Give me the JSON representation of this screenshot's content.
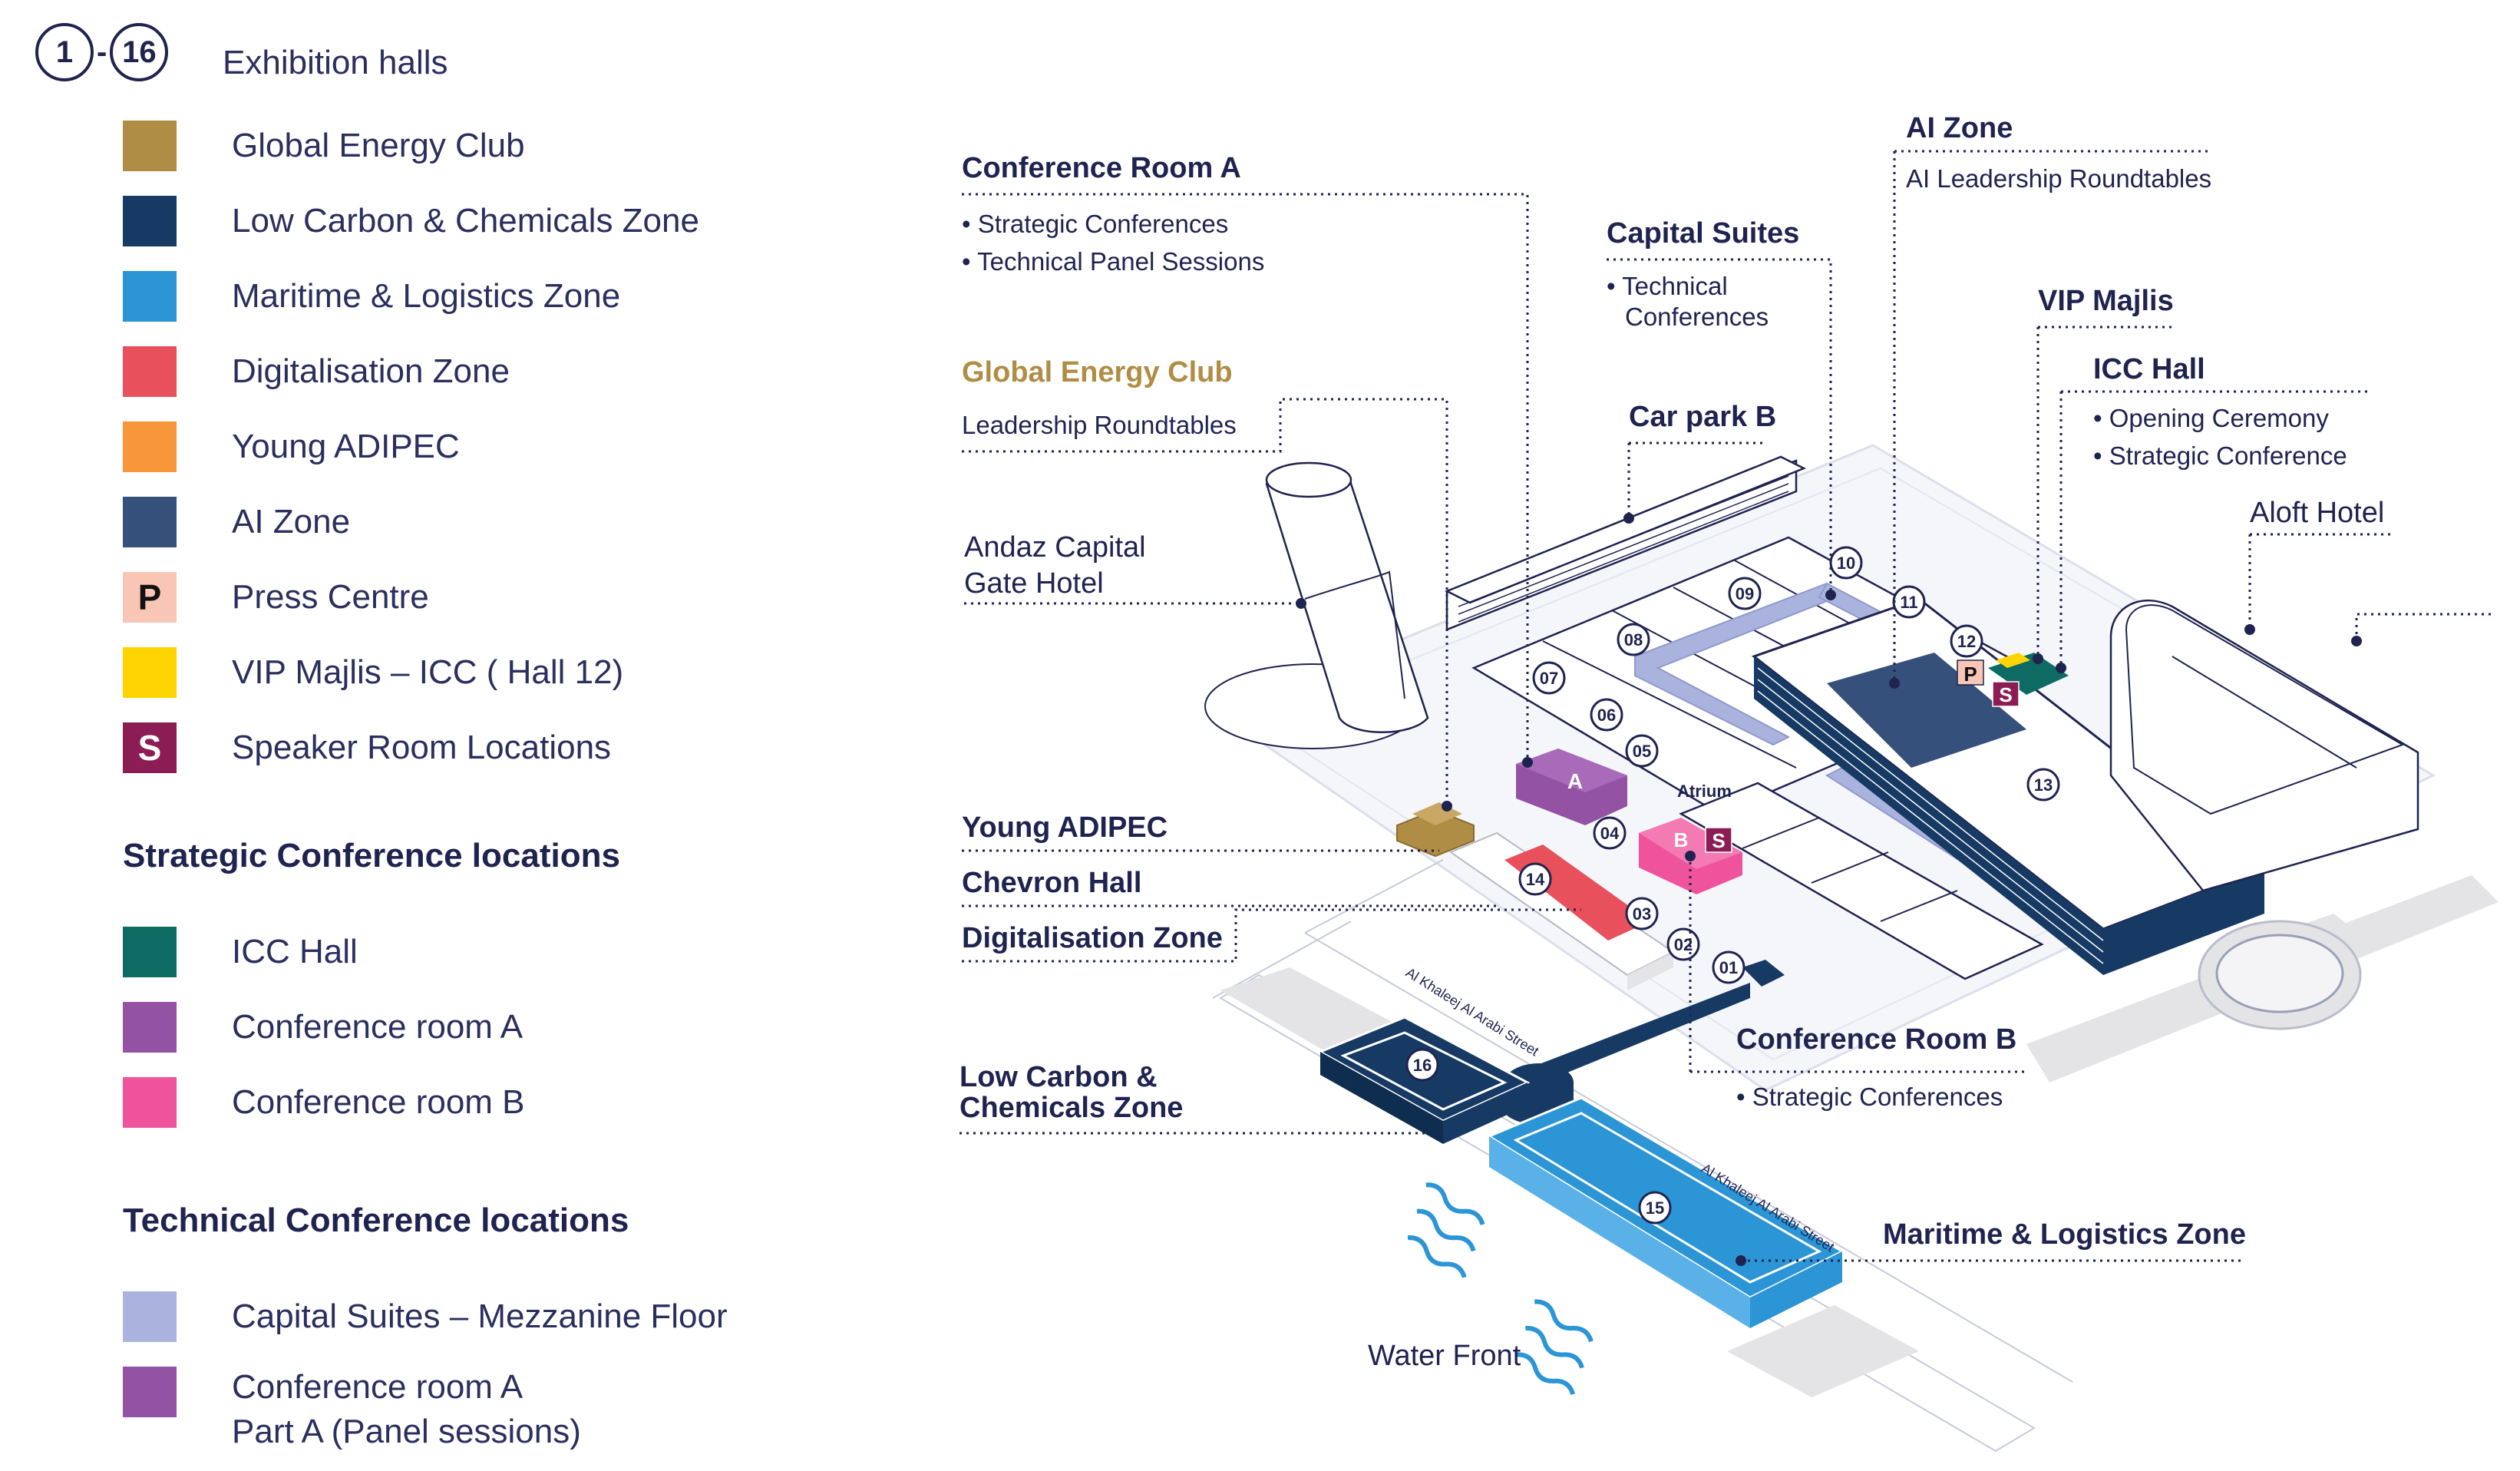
{
  "legend": {
    "halls": {
      "first": "1",
      "dash": "-",
      "last": "16",
      "label": "Exhibition halls"
    },
    "zones": [
      {
        "label": "Global Energy Club",
        "color": "#b08d44",
        "glyph": ""
      },
      {
        "label": "Low Carbon & Chemicals Zone",
        "color": "#163a63",
        "glyph": ""
      },
      {
        "label": "Maritime & Logistics Zone",
        "color": "#2b95d6",
        "glyph": ""
      },
      {
        "label": "Digitalisation Zone",
        "color": "#e8505b",
        "glyph": ""
      },
      {
        "label": "Young ADIPEC",
        "color": "#f7973a",
        "glyph": ""
      },
      {
        "label": "AI Zone",
        "color": "#36507c",
        "glyph": ""
      },
      {
        "label": "Press Centre",
        "color": "#f9c6b5",
        "glyph": "P"
      },
      {
        "label": "VIP Majlis – ICC ( Hall 12)",
        "color": "#ffd400",
        "glyph": ""
      },
      {
        "label": "Speaker Room Locations",
        "color": "#8c1c54",
        "glyph": "S"
      }
    ],
    "strategic": {
      "heading": "Strategic Conference locations",
      "items": [
        {
          "label": "ICC Hall",
          "color": "#0d6b63"
        },
        {
          "label": "Conference room A",
          "color": "#9452a5"
        },
        {
          "label": "Conference room B",
          "color": "#ef539c"
        }
      ]
    },
    "technical": {
      "heading": "Technical Conference locations",
      "items": [
        {
          "label": "Capital Suites – Mezzanine Floor",
          "color": "#aab3de"
        },
        {
          "label": "Conference room A\nPart A (Panel sessions)",
          "color": "#9452a5"
        }
      ]
    }
  },
  "map": {
    "callouts": {
      "conf_room_a": {
        "title": "Conference Room A",
        "lines": [
          "• Strategic Conferences",
          "• Technical Panel Sessions"
        ]
      },
      "global_energy_club": {
        "title": "Global Energy Club",
        "sub": "Leadership  Roundtables"
      },
      "andaz": {
        "line1": "Andaz Capital",
        "line2": "Gate Hotel"
      },
      "capital_suites": {
        "title": "Capital Suites",
        "line1": "• Technical",
        "line2": "Conferences"
      },
      "car_park_b": {
        "title": "Car park B"
      },
      "ai_zone": {
        "title": "AI Zone",
        "sub": "AI Leadership Roundtables"
      },
      "vip_majlis": {
        "title": "VIP Majlis"
      },
      "icc_hall": {
        "title": "ICC Hall",
        "lines": [
          "• Opening Ceremony",
          "• Strategic Conference"
        ]
      },
      "aloft": {
        "title": "Aloft Hotel"
      },
      "young_adipec": {
        "title": "Young ADIPEC"
      },
      "chevron_hall": {
        "title": "Chevron Hall"
      },
      "digitalisation": {
        "title": "Digitalisation Zone"
      },
      "conf_room_b": {
        "title": "Conference Room B",
        "line": "• Strategic Conferences"
      },
      "low_carbon": {
        "line1": "Low Carbon &",
        "line2": "Chemicals Zone"
      },
      "maritime": {
        "title": "Maritime & Logistics Zone"
      },
      "water_front": {
        "title": "Water Front"
      },
      "atrium": {
        "title": "Atrium"
      },
      "street_1": "Al Khaleej Al Arabi Street",
      "street_2": "Al Khaleej Al Arabi Street"
    },
    "markers": {
      "a": "A",
      "b": "B",
      "p": "P",
      "s1": "S",
      "s2": "S"
    },
    "halls": [
      "01",
      "02",
      "03",
      "04",
      "05",
      "06",
      "07",
      "08",
      "09",
      "10",
      "11",
      "12",
      "13",
      "14",
      "15",
      "16"
    ]
  }
}
